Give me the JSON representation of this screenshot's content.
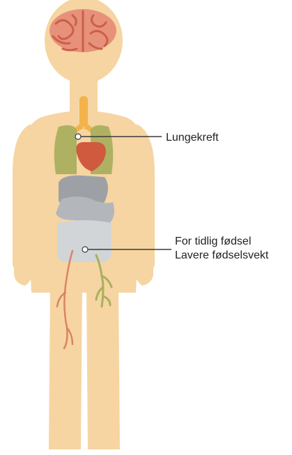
{
  "labels": {
    "lung": "Lungekreft",
    "abdomen_line1": "For tidlig fødsel",
    "abdomen_line2": "Lavere fødselsvekt"
  },
  "colors": {
    "body": "#f6d5a2",
    "brain": "#e8917a",
    "brain_folds": "#c9604a",
    "trachea": "#f3b24a",
    "lungs": "#aeb162",
    "heart": "#cf5a3e",
    "stomach": "#9da1a6",
    "intestine": "#b3b7bb",
    "uterus": "#d2d5d8",
    "left_vessel": "#d98463",
    "right_vessel": "#a9b05c",
    "leader_line": "#3a3a3a",
    "dot": "#ffffff"
  }
}
